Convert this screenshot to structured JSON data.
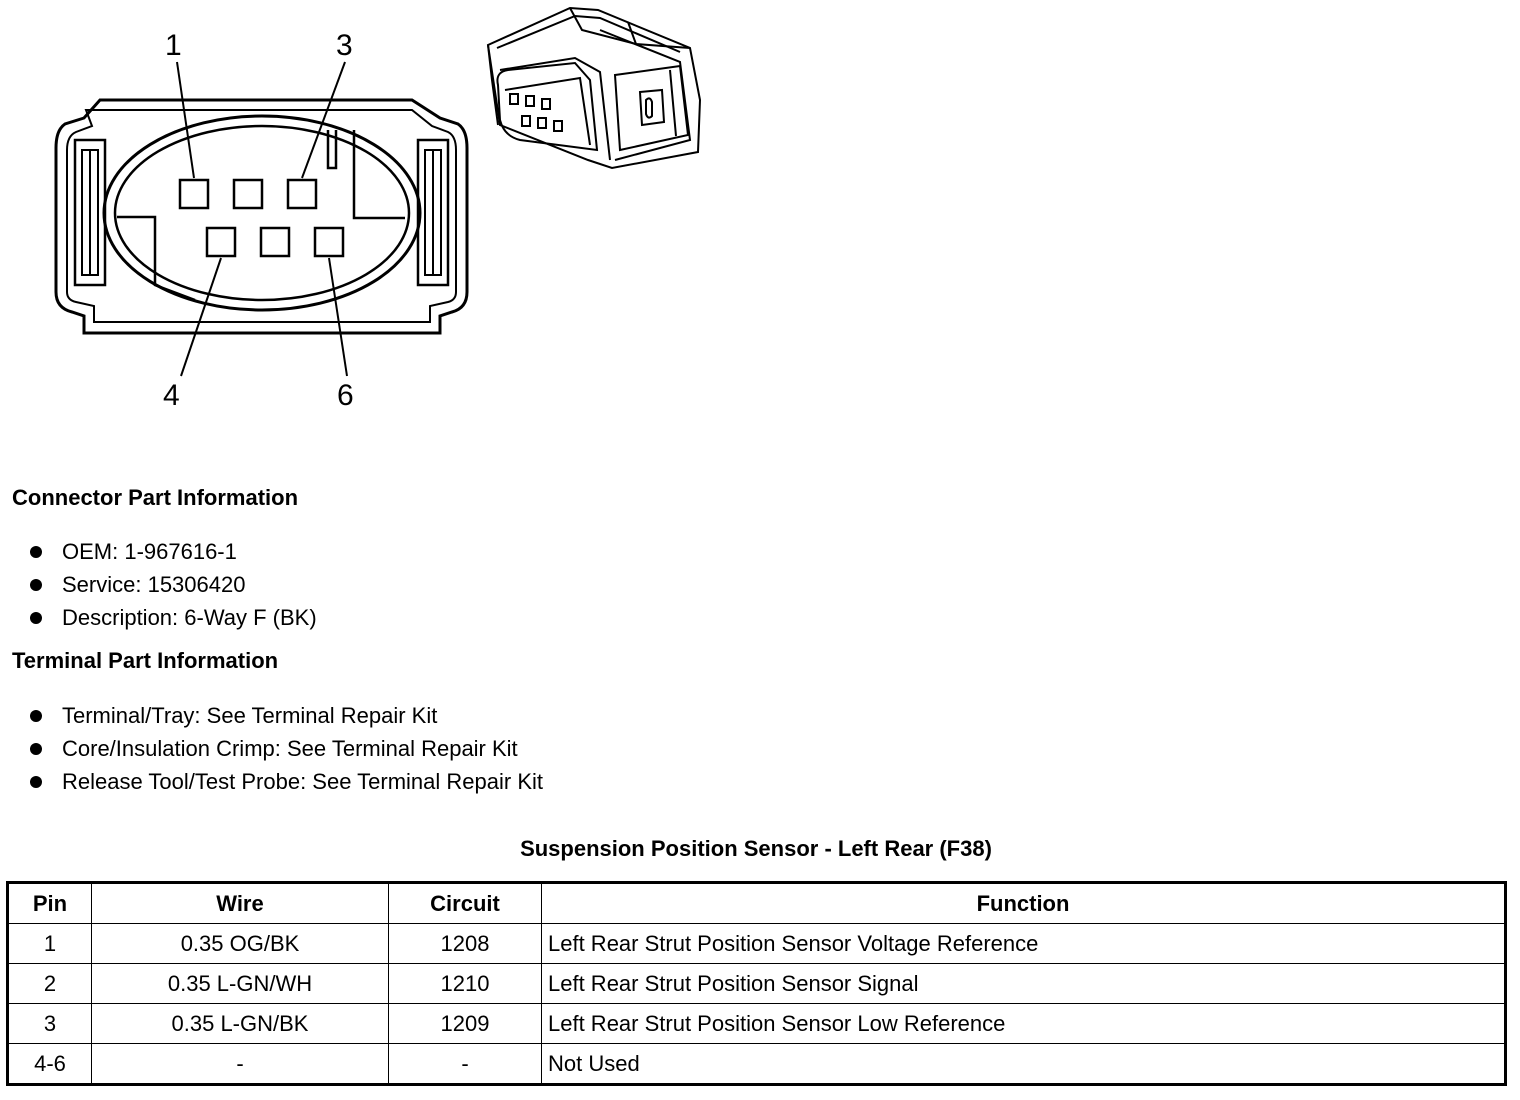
{
  "diagram": {
    "pin_labels": [
      "1",
      "3",
      "4",
      "6"
    ]
  },
  "connector_info": {
    "heading": "Connector Part Information",
    "items": [
      "OEM: 1-967616-1",
      "Service: 15306420",
      "Description: 6-Way F (BK)"
    ]
  },
  "terminal_info": {
    "heading": "Terminal Part Information",
    "items": [
      "Terminal/Tray: See Terminal Repair Kit",
      "Core/Insulation Crimp: See Terminal Repair Kit",
      "Release Tool/Test Probe: See Terminal Repair Kit"
    ]
  },
  "table": {
    "title": "Suspension Position Sensor - Left Rear (F38)",
    "headers": [
      "Pin",
      "Wire",
      "Circuit",
      "Function"
    ],
    "rows": [
      [
        "1",
        "0.35 OG/BK",
        "1208",
        "Left Rear Strut Position Sensor Voltage Reference"
      ],
      [
        "2",
        "0.35 L-GN/WH",
        "1210",
        "Left Rear Strut Position Sensor Signal"
      ],
      [
        "3",
        "0.35 L-GN/BK",
        "1209",
        "Left Rear Strut Position Sensor Low Reference"
      ],
      [
        "4-6",
        "-",
        "-",
        "Not Used"
      ]
    ]
  }
}
